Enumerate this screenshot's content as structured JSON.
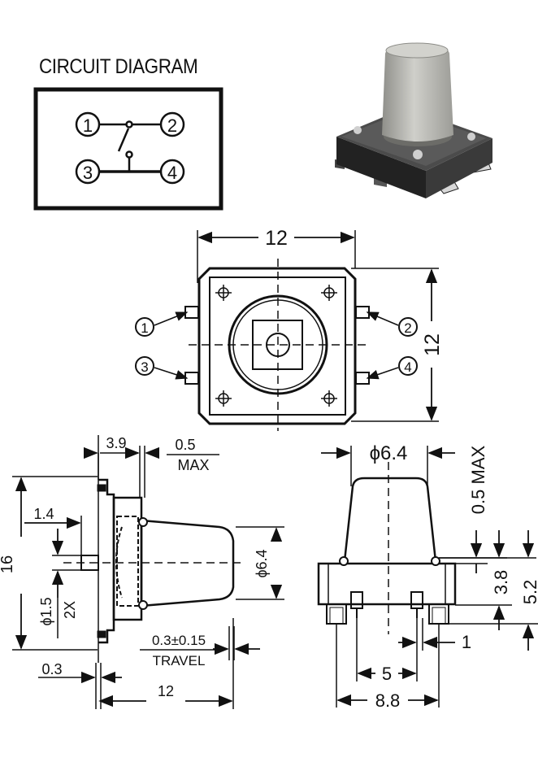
{
  "circuit": {
    "title": "CIRCUIT DIAGRAM",
    "pins": [
      "1",
      "2",
      "3",
      "4"
    ]
  },
  "top_view": {
    "width": "12",
    "height": "12",
    "pins": [
      "1",
      "2",
      "3",
      "4"
    ]
  },
  "side_view": {
    "d_3_9": "3.9",
    "d_0_5": "0.5",
    "max": "MAX",
    "d_1_4": "1.4",
    "d_16": "16",
    "d_6_4": "ϕ6.4",
    "d_1_5": "ϕ1.5",
    "d_2x": "2X",
    "travel_val": "0.3±0.15",
    "travel": "TRAVEL",
    "d_0_3": "0.3",
    "d_12": "12"
  },
  "front_view": {
    "d_6_4": "ϕ6.4",
    "d_0_5_max": "0.5 MAX",
    "d_3_8": "3.8",
    "d_5_2": "5.2",
    "d_1": "1",
    "d_5": "5",
    "d_8_8": "8.8"
  },
  "colors": {
    "ink": "#111111",
    "button": "#b9b9b4",
    "body": "#2a2a2a"
  }
}
